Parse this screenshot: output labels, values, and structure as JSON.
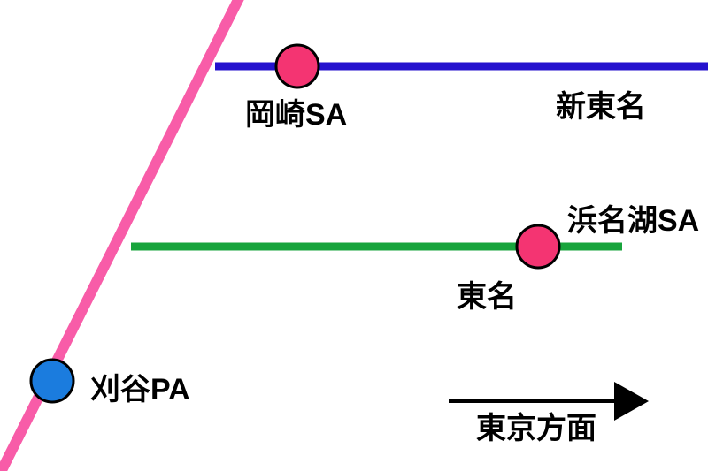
{
  "figure": {
    "title": "highway-route-schematic",
    "background": "#ffffff",
    "routes": {
      "shin_tomei": {
        "label": "新東名",
        "color": "#2512CE"
      },
      "tomei": {
        "label": "東名",
        "color": "#18A43C"
      },
      "diagonal_connector": {
        "color": "#F85CA8"
      }
    },
    "stations": {
      "okazaki_sa": {
        "label": "岡崎SA",
        "fill": "#F43472",
        "outline": "#000000"
      },
      "hamanako_sa": {
        "label": "浜名湖SA",
        "fill": "#F43472",
        "outline": "#000000"
      },
      "kariya_pa": {
        "label": "刈谷PA",
        "fill": "#1B7CDE",
        "outline": "#000000"
      }
    },
    "direction": {
      "label": "東京方面",
      "color": "#000000"
    },
    "text_color": "#000000"
  }
}
